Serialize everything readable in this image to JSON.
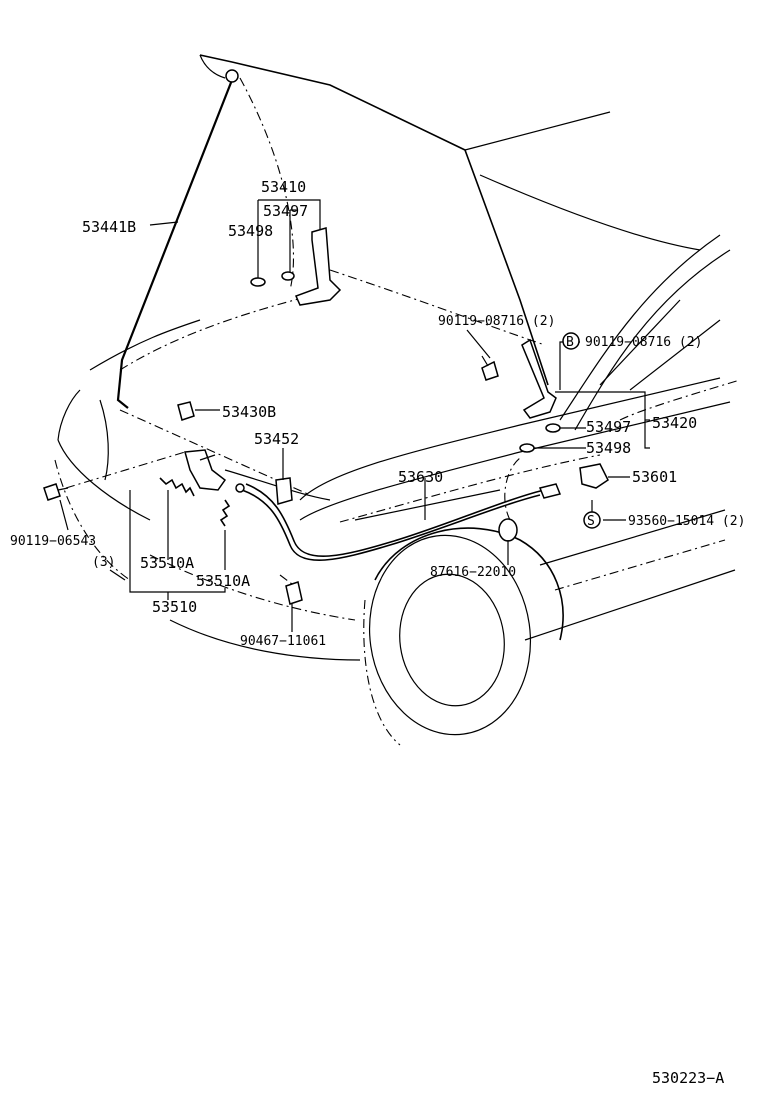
{
  "labels": {
    "p53410": "53410",
    "p53497a": "53497",
    "p53498a": "53498",
    "p53441B": "53441B",
    "p90119_08716_a": "90119−08716 (2)",
    "p90119_08716_b": "90119−08716 (2)",
    "p53430B": "53430B",
    "p53452": "53452",
    "p53497b": "53497",
    "p53420": "53420",
    "p53498b": "53498",
    "p53630": "53630",
    "p53601": "53601",
    "p90119_06543": "90119−06543",
    "qty3": "(3)",
    "p53510A_a": "53510A",
    "p53510A_b": "53510A",
    "p53510": "53510",
    "p93560_15014": "93560−15014 (2)",
    "p87616_22010": "87616−22010",
    "p90467_11061": "90467−11061",
    "diagram_code": "530223−A"
  },
  "markers": {
    "b": "B",
    "s": "S"
  }
}
